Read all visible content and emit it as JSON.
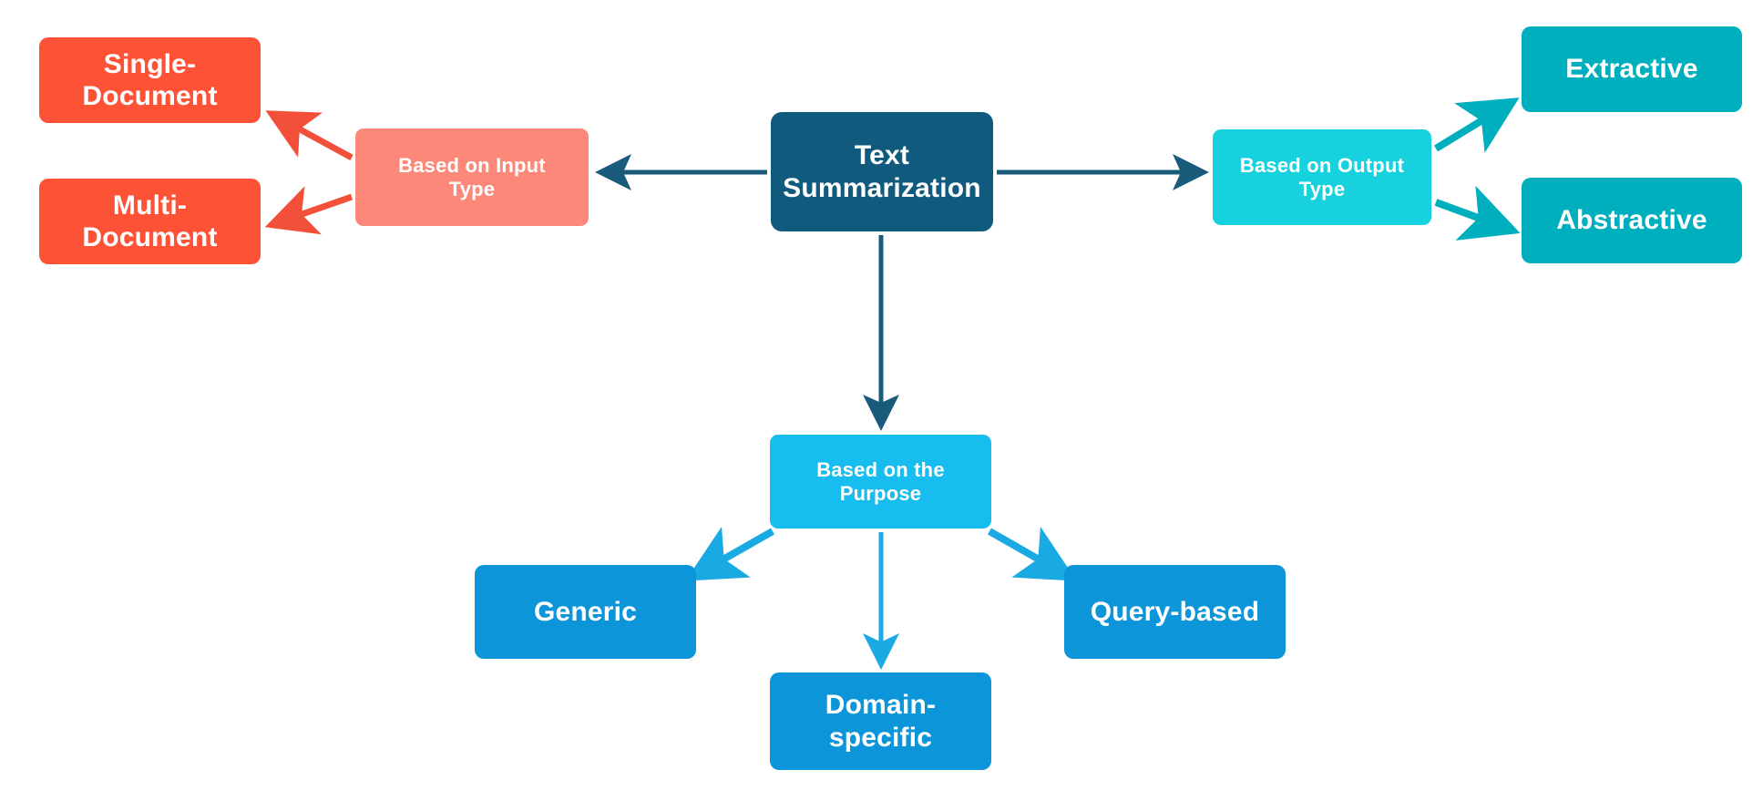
{
  "diagram": {
    "title": "Text Summarization",
    "root": {
      "label": "Text\nSummarization",
      "color": "#105A7D"
    },
    "branches": [
      {
        "id": "input-type",
        "label": "Based on Input\nType",
        "color": "#FB8878",
        "edge_color": "#F3503A",
        "children": [
          {
            "id": "single-document",
            "label": "Single-\nDocument",
            "color": "#FD5236"
          },
          {
            "id": "multi-document",
            "label": "Multi-\nDocument",
            "color": "#FD5236"
          }
        ]
      },
      {
        "id": "output-type",
        "label": "Based on Output\nType",
        "color": "#17D2DE",
        "edge_color": "#00AFBE",
        "children": [
          {
            "id": "extractive",
            "label": "Extractive",
            "color": "#00AFBE"
          },
          {
            "id": "abstractive",
            "label": "Abstractive",
            "color": "#00AFBE"
          }
        ]
      },
      {
        "id": "purpose",
        "label": "Based on the\nPurpose",
        "color": "#18BDEF",
        "edge_color": "#19A9E3",
        "children": [
          {
            "id": "generic",
            "label": "Generic",
            "color": "#0C96D9"
          },
          {
            "id": "domain-specific",
            "label": "Domain-\nspecific",
            "color": "#0C96D9"
          },
          {
            "id": "query-based",
            "label": "Query-based",
            "color": "#0C96D9"
          }
        ]
      }
    ],
    "edges": [
      {
        "from": "root",
        "to": "input-type",
        "color": "#1A5B7C",
        "style": "arrow"
      },
      {
        "from": "root",
        "to": "output-type",
        "color": "#1A5B7C",
        "style": "arrow"
      },
      {
        "from": "root",
        "to": "purpose",
        "color": "#1A5B7C",
        "style": "arrow"
      },
      {
        "from": "input-type",
        "to": "single-document",
        "color": "#F3503A",
        "style": "arrow"
      },
      {
        "from": "input-type",
        "to": "multi-document",
        "color": "#F3503A",
        "style": "arrow"
      },
      {
        "from": "output-type",
        "to": "extractive",
        "color": "#00AFBE",
        "style": "arrow"
      },
      {
        "from": "output-type",
        "to": "abstractive",
        "color": "#00AFBE",
        "style": "arrow"
      },
      {
        "from": "purpose",
        "to": "generic",
        "color": "#19A9E3",
        "style": "arrow"
      },
      {
        "from": "purpose",
        "to": "domain-specific",
        "color": "#19A9E3",
        "style": "arrow"
      },
      {
        "from": "purpose",
        "to": "query-based",
        "color": "#19A9E3",
        "style": "arrow"
      }
    ],
    "background": "#FFFFFF"
  }
}
